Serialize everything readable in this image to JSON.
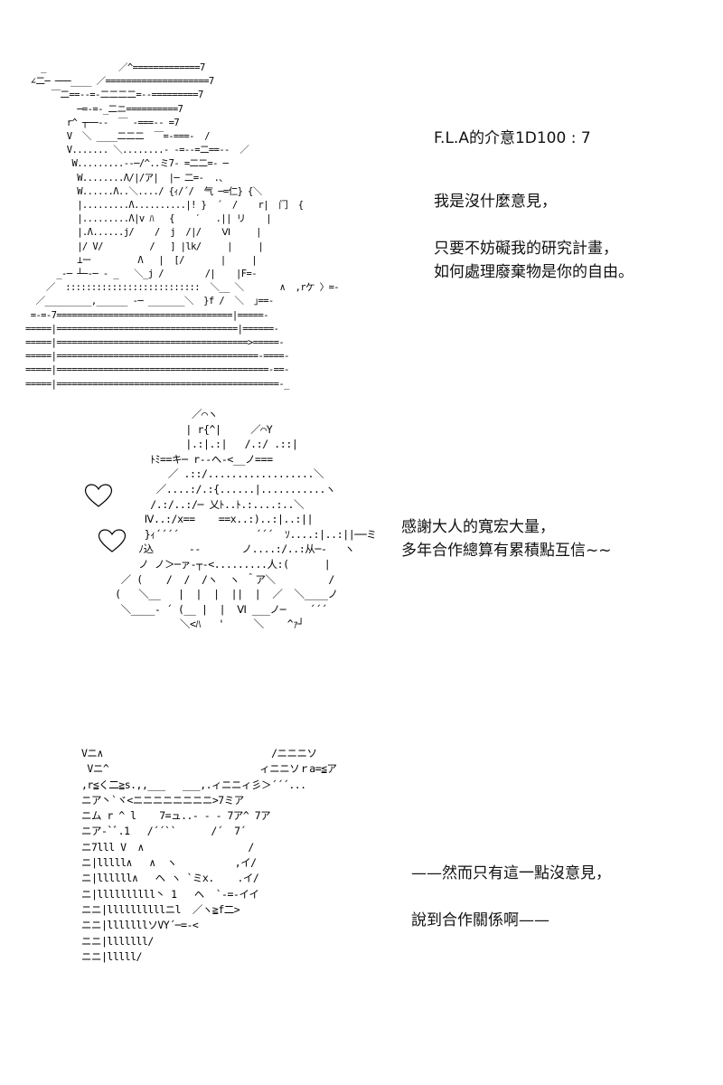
{
  "panel1": {
    "title": "F.L.A的介意1D100 : 7",
    "line1": "我是沒什麼意見，",
    "line2": "只要不妨礙我的研究計畫，",
    "line3": "如何處理廢棄物是你的自由。"
  },
  "panel2": {
    "line1": "感謝大人的寬宏大量，",
    "line2": "多年合作總算有累積點互信~~"
  },
  "panel3": {
    "line1": "——然而只有這一點沒意見，",
    "line2": "說到合作關係啊——"
  },
  "icons": [
    "heart-icon",
    "heart-icon"
  ]
}
